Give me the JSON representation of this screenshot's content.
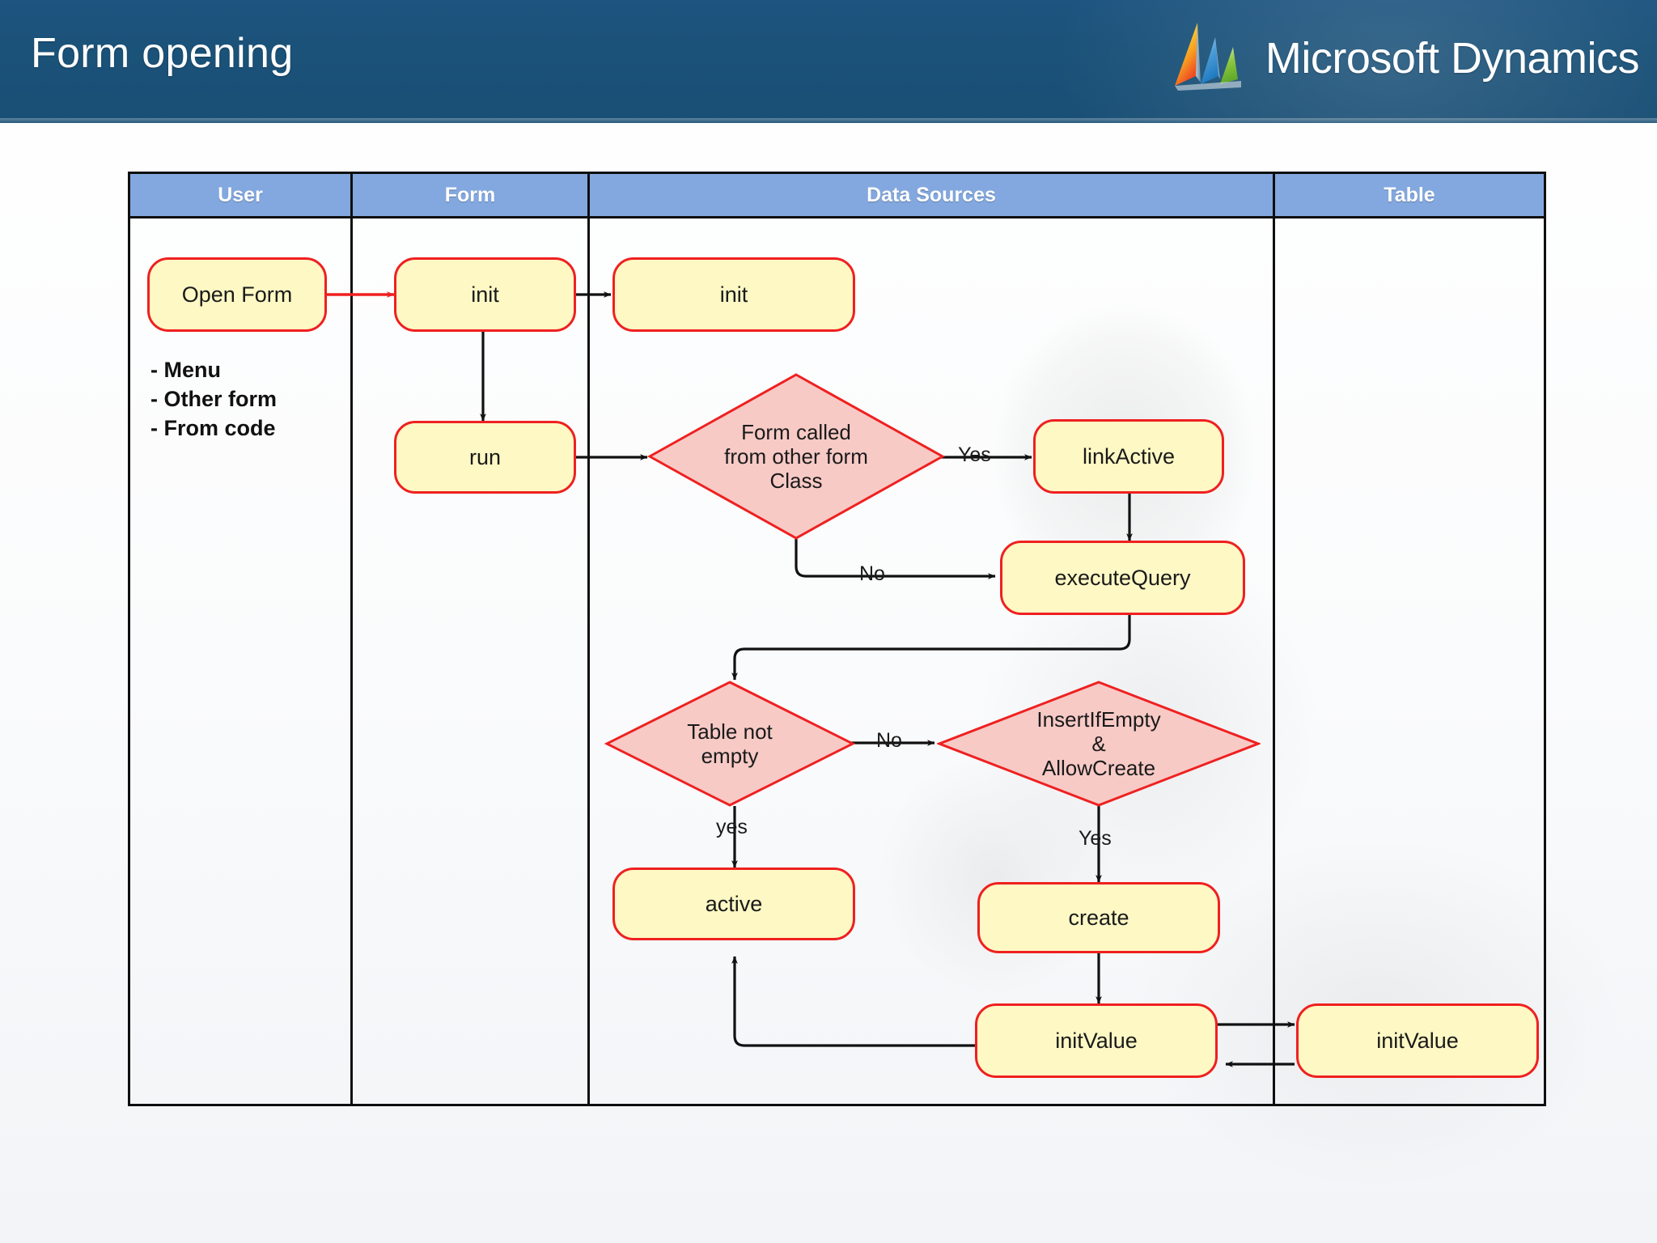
{
  "header": {
    "title": "Form opening",
    "brand": "Microsoft Dynamics",
    "logo_icon": "dynamics-logo-icon",
    "bg_color": "#1b5279",
    "title_color": "#ffffff"
  },
  "swimlane": {
    "header_bg": "#83a8df",
    "header_text_color": "#ffffff",
    "border_color": "#0f0f0f",
    "lanes": [
      {
        "id": "user",
        "label": "User"
      },
      {
        "id": "form",
        "label": "Form"
      },
      {
        "id": "data-sources",
        "label": "Data Sources"
      },
      {
        "id": "table",
        "label": "Table"
      }
    ]
  },
  "trigger_list": {
    "items": [
      "- Menu",
      "- Other form",
      "- From code"
    ]
  },
  "node_style": {
    "fill": "#fdf8c4",
    "stroke": "#ef2020",
    "decision_fill": "#f7cac6",
    "decision_stroke": "#ef2020"
  },
  "nodes": [
    {
      "id": "open-form",
      "lane": "user",
      "label": "Open Form",
      "shape": "rounded"
    },
    {
      "id": "form-init",
      "lane": "form",
      "label": "init",
      "shape": "rounded"
    },
    {
      "id": "ds-init",
      "lane": "data-sources",
      "label": "init",
      "shape": "rounded"
    },
    {
      "id": "form-run",
      "lane": "form",
      "label": "run",
      "shape": "rounded"
    },
    {
      "id": "form-called",
      "lane": "data-sources",
      "label": "Form called\nfrom other form\nClass",
      "shape": "decision"
    },
    {
      "id": "link-active",
      "lane": "data-sources",
      "label": "linkActive",
      "shape": "rounded"
    },
    {
      "id": "execute-query",
      "lane": "data-sources",
      "label": "executeQuery",
      "shape": "rounded"
    },
    {
      "id": "table-not-empty",
      "lane": "data-sources",
      "label": "Table not\nempty",
      "shape": "decision"
    },
    {
      "id": "insert-if-empty",
      "lane": "data-sources",
      "label": "InsertIfEmpty\n&\nAllowCreate",
      "shape": "decision"
    },
    {
      "id": "active",
      "lane": "data-sources",
      "label": "active",
      "shape": "rounded"
    },
    {
      "id": "create",
      "lane": "data-sources",
      "label": "create",
      "shape": "rounded"
    },
    {
      "id": "ds-init-value",
      "lane": "data-sources",
      "label": "initValue",
      "shape": "rounded"
    },
    {
      "id": "tbl-init-value",
      "lane": "table",
      "label": "initValue",
      "shape": "rounded"
    }
  ],
  "edges": [
    {
      "from": "open-form",
      "to": "form-init",
      "label": "",
      "color": "#ef2020"
    },
    {
      "from": "form-init",
      "to": "ds-init",
      "label": "",
      "color": "#111111"
    },
    {
      "from": "form-init",
      "to": "form-run",
      "label": "",
      "color": "#111111"
    },
    {
      "from": "form-run",
      "to": "form-called",
      "label": "",
      "color": "#111111"
    },
    {
      "from": "form-called",
      "to": "link-active",
      "label": "Yes",
      "color": "#111111"
    },
    {
      "from": "form-called",
      "to": "execute-query",
      "label": "No",
      "color": "#111111"
    },
    {
      "from": "link-active",
      "to": "execute-query",
      "label": "",
      "color": "#111111"
    },
    {
      "from": "execute-query",
      "to": "table-not-empty",
      "label": "",
      "color": "#111111"
    },
    {
      "from": "table-not-empty",
      "to": "insert-if-empty",
      "label": "No",
      "color": "#111111"
    },
    {
      "from": "table-not-empty",
      "to": "active",
      "label": "yes",
      "color": "#111111"
    },
    {
      "from": "insert-if-empty",
      "to": "create",
      "label": "Yes",
      "color": "#111111"
    },
    {
      "from": "create",
      "to": "ds-init-value",
      "label": "",
      "color": "#111111"
    },
    {
      "from": "ds-init-value",
      "to": "tbl-init-value",
      "label": "",
      "color": "#111111"
    },
    {
      "from": "tbl-init-value",
      "to": "ds-init-value",
      "label": "",
      "color": "#111111"
    },
    {
      "from": "ds-init-value",
      "to": "active",
      "label": "",
      "color": "#111111"
    }
  ],
  "edge_labels": {
    "yes_upper": "Yes",
    "no_upper": "No",
    "no_lower": "No",
    "yes_lower": "yes",
    "yes_insert": "Yes"
  }
}
